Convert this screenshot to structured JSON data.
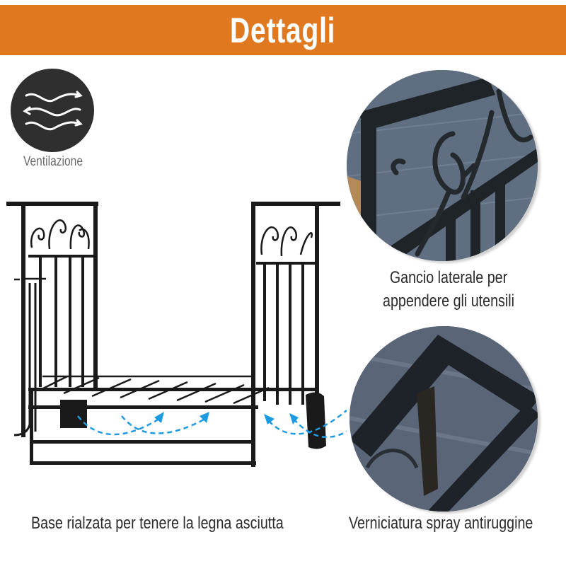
{
  "header": {
    "title": "Dettagli",
    "background_color": "#E07820",
    "text_color": "#FFFFFF"
  },
  "feature_badge": {
    "icon": "ventilation-waves-icon",
    "label": "Ventilazione",
    "badge_color": "#2F2F2F"
  },
  "product_illustration": {
    "subject": "log-rack-with-scroll-panels",
    "airflow_arrows": {
      "icon": "airflow-dashed-arrows",
      "color": "#1E9BE0",
      "count": 4
    }
  },
  "detail_photos": [
    {
      "subject": "side-hook-closeup",
      "caption_line1": "Gancio laterale per",
      "caption_line2": "appendere gli utensili"
    },
    {
      "subject": "frame-corner-closeup",
      "caption": "Verniciatura spray antiruggine"
    }
  ],
  "captions": {
    "base": "Base rialzata per tenere la legna asciutta",
    "paint": "Verniciatura spray antiruggine"
  }
}
